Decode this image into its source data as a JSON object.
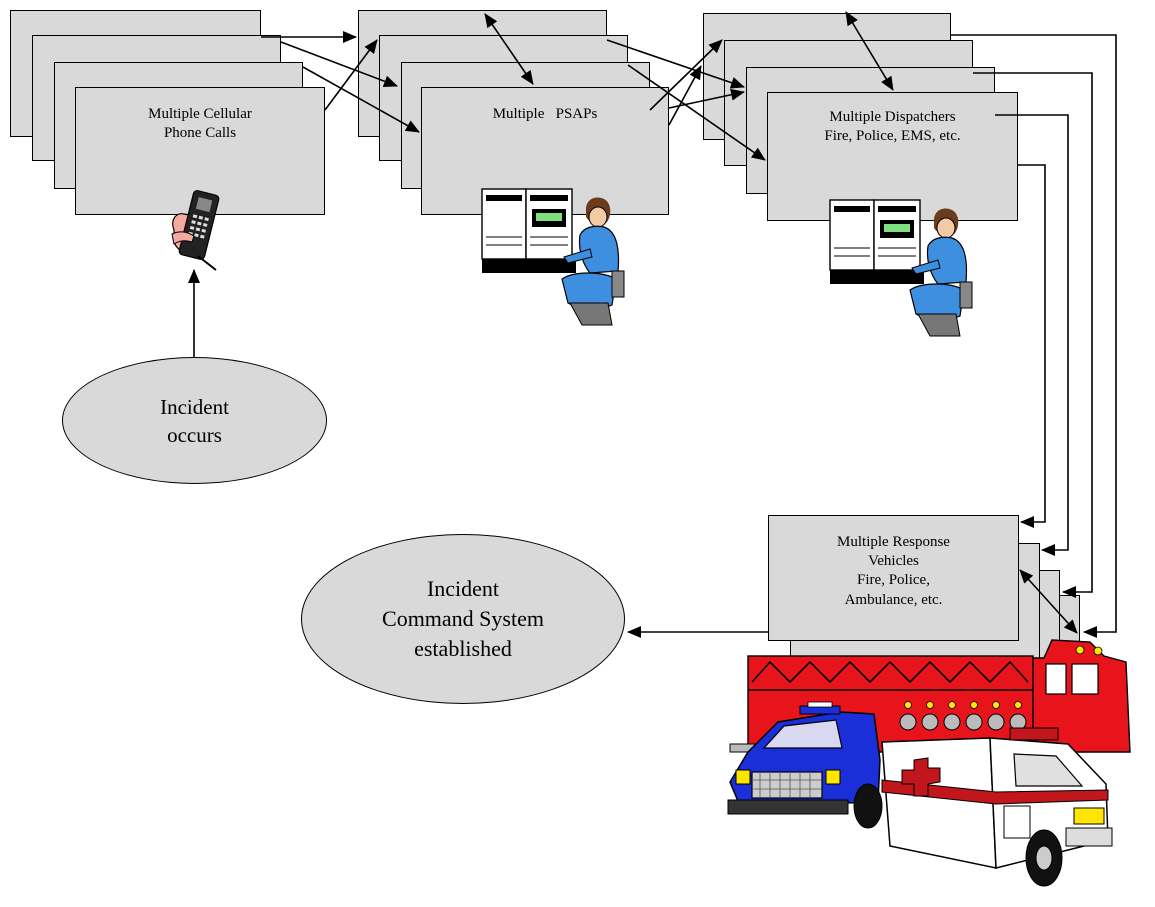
{
  "nodes": {
    "calls": {
      "line1": "Multiple Cellular",
      "line2": "Phone Calls"
    },
    "psaps": {
      "line1": "Multiple   PSAPs"
    },
    "dispatchers": {
      "line1": "Multiple Dispatchers",
      "line2": "Fire, Police, EMS, etc."
    },
    "vehicles": {
      "line1": "Multiple Response",
      "line2": "Vehicles",
      "line3": "Fire, Police,",
      "line4": "Ambulance, etc."
    },
    "incident": {
      "line1": "Incident",
      "line2": "occurs"
    },
    "command": {
      "line1": "Incident",
      "line2": "Command System",
      "line3": "established"
    }
  },
  "illustrations": [
    "cellular-phone",
    "dispatcher-at-console",
    "dispatcher-at-console",
    "fire-truck",
    "police-car",
    "ambulance"
  ],
  "colors": {
    "box_fill": "#d9d9d9",
    "line": "#000000",
    "fire_red": "#e8141b",
    "police_blue": "#1a2fd8",
    "ambulance_cross": "#c0161c",
    "uniform_blue": "#3f8fe0"
  }
}
